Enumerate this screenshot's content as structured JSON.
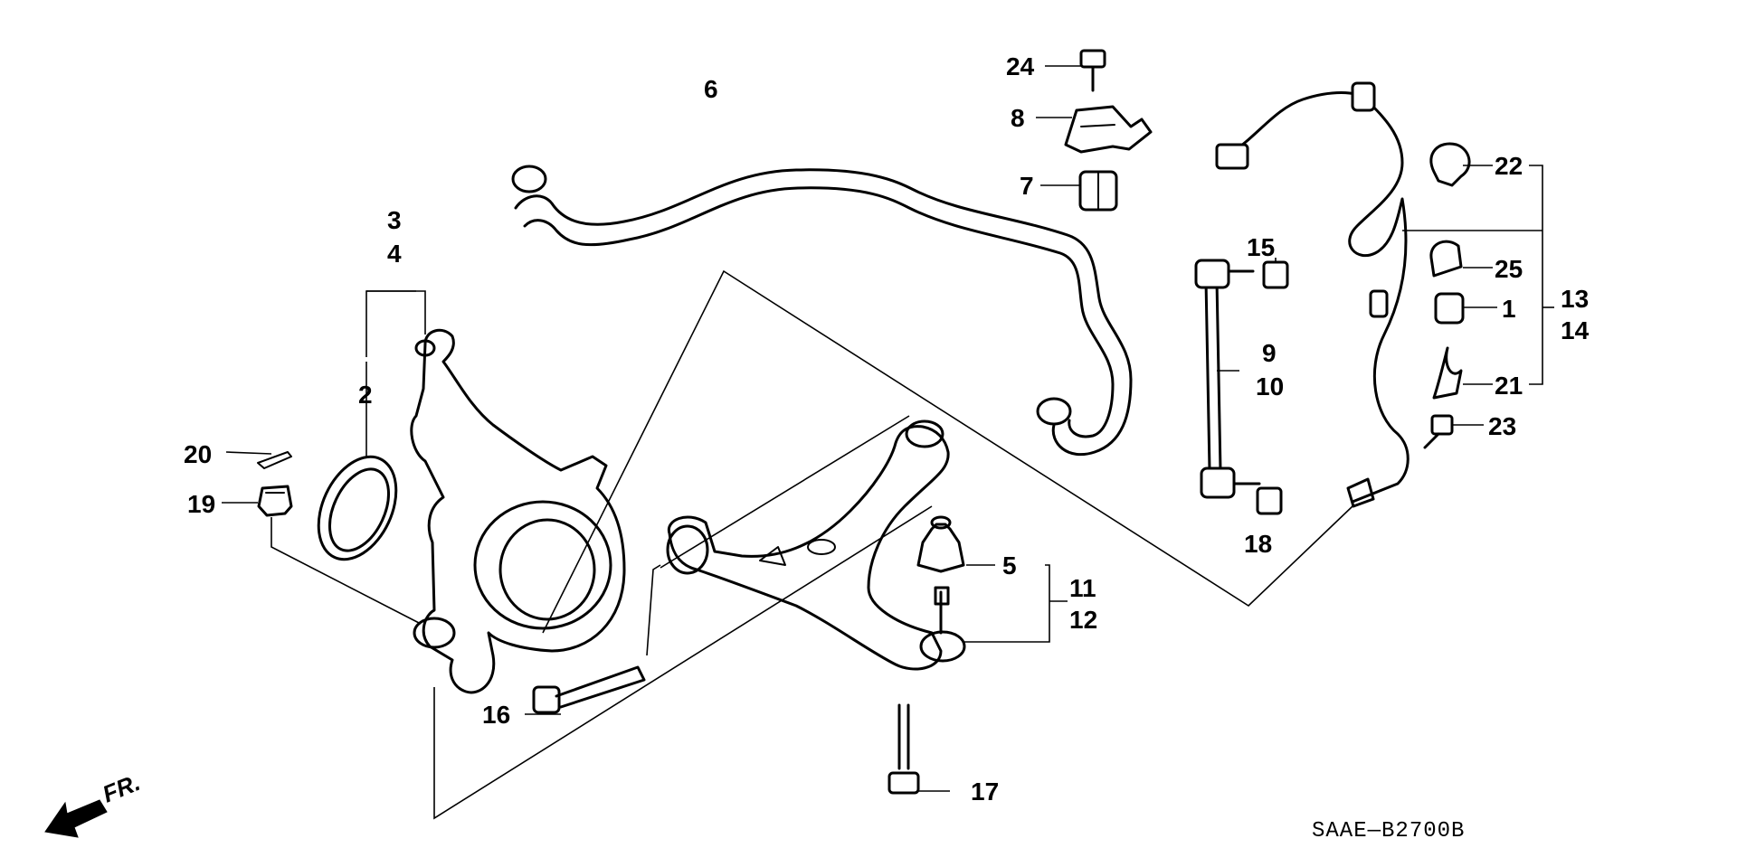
{
  "labels": {
    "p1": "1",
    "p2": "2",
    "p3": "3",
    "p4": "4",
    "p5": "5",
    "p6": "6",
    "p7": "7",
    "p8": "8",
    "p9": "9",
    "p10": "10",
    "p11": "11",
    "p12": "12",
    "p13": "13",
    "p14": "14",
    "p15": "15",
    "p16": "16",
    "p17": "17",
    "p18": "18",
    "p19": "19",
    "p20": "20",
    "p21": "21",
    "p22": "22",
    "p23": "23",
    "p24": "24",
    "p25": "25"
  },
  "diagram_code": "SAAE—B2700B",
  "front_marker": "FR.",
  "icons": [
    "front-direction-arrow-icon"
  ]
}
